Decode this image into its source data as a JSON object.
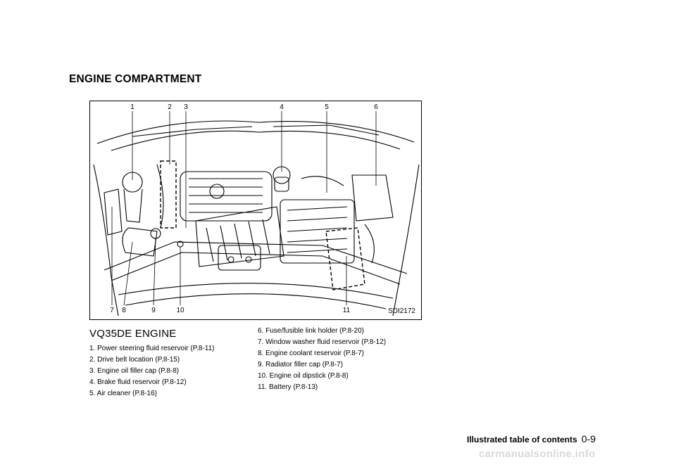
{
  "heading": "ENGINE COMPARTMENT",
  "figure": {
    "code": "SDI2172",
    "top_callouts": [
      "1",
      "2",
      "3",
      "4",
      "5",
      "6"
    ],
    "bottom_callouts": [
      "7",
      "8",
      "9",
      "10",
      "11"
    ]
  },
  "section_title": "VQ35DE ENGINE",
  "items_left": [
    "1. Power steering fluid reservoir (P.8-11)",
    "2. Drive belt location (P.8-15)",
    "3. Engine oil filler cap (P.8-8)",
    "4. Brake fluid reservoir (P.8-12)",
    "5. Air cleaner (P.8-16)"
  ],
  "items_right": [
    "6. Fuse/fusible link holder (P.8-20)",
    "7. Window washer fluid reservoir (P.8-12)",
    "8. Engine coolant reservoir (P.8-7)",
    "9. Radiator filler cap (P.8-7)",
    "10. Engine oil dipstick (P.8-8)",
    "11. Battery (P.8-13)"
  ],
  "footer": {
    "title": "Illustrated table of contents",
    "page": "0-9"
  },
  "watermark": "carmanualsonline.info"
}
